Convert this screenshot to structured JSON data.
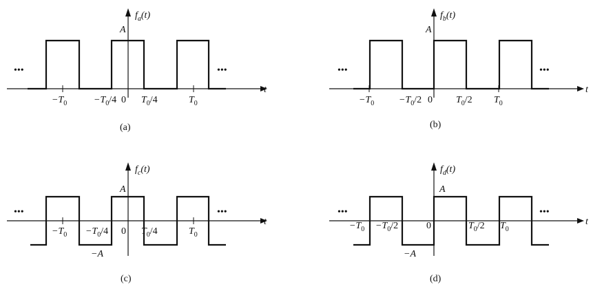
{
  "panels": [
    {
      "id": "a",
      "caption": "(a)",
      "func_name": "f",
      "func_sub": "a",
      "func_arg": "(t)",
      "amp_label": "A",
      "neg_amp_label": "",
      "axis_label": "t",
      "ellipsis": "•••",
      "tick_labels": {
        "neg_T0": "−T",
        "neg_T0_sub": "0",
        "neg_frac": "−T",
        "neg_frac_sub": "0",
        "neg_frac_den": "/4",
        "zero": "0",
        "pos_frac": "T",
        "pos_frac_sub": "0",
        "pos_frac_den": "/4",
        "pos_T0": "T",
        "pos_T0_sub": "0"
      }
    },
    {
      "id": "b",
      "caption": "(b)",
      "func_name": "f",
      "func_sub": "b",
      "func_arg": "(t)",
      "amp_label": "A",
      "neg_amp_label": "",
      "axis_label": "t",
      "ellipsis": "•••",
      "tick_labels": {
        "neg_T0": "−T",
        "neg_T0_sub": "0",
        "neg_frac": "−T",
        "neg_frac_sub": "0",
        "neg_frac_den": "/2",
        "zero": "0",
        "pos_frac": "T",
        "pos_frac_sub": "0",
        "pos_frac_den": "/2",
        "pos_T0": "T",
        "pos_T0_sub": "0"
      }
    },
    {
      "id": "c",
      "caption": "(c)",
      "func_name": "f",
      "func_sub": "c",
      "func_arg": "(t)",
      "amp_label": "A",
      "neg_amp_label": "−A",
      "axis_label": "t",
      "ellipsis": "•••",
      "tick_labels": {
        "neg_T0": "−T",
        "neg_T0_sub": "0",
        "neg_frac": "−T",
        "neg_frac_sub": "0",
        "neg_frac_den": "/4",
        "zero": "0",
        "pos_frac": "T",
        "pos_frac_sub": "0",
        "pos_frac_den": "/4",
        "pos_T0": "T",
        "pos_T0_sub": "0"
      }
    },
    {
      "id": "d",
      "caption": "(d)",
      "func_name": "f",
      "func_sub": "d",
      "func_arg": "(t)",
      "amp_label": "A",
      "neg_amp_label": "−A",
      "axis_label": "t",
      "ellipsis": "•••",
      "tick_labels": {
        "neg_T0": "−T",
        "neg_T0_sub": "0",
        "neg_frac": "−T",
        "neg_frac_sub": "0",
        "neg_frac_den": "/2",
        "zero": "0",
        "pos_frac": "T",
        "pos_frac_sub": "0",
        "pos_frac_den": "/2",
        "pos_T0": "T",
        "pos_T0_sub": "0"
      }
    }
  ]
}
